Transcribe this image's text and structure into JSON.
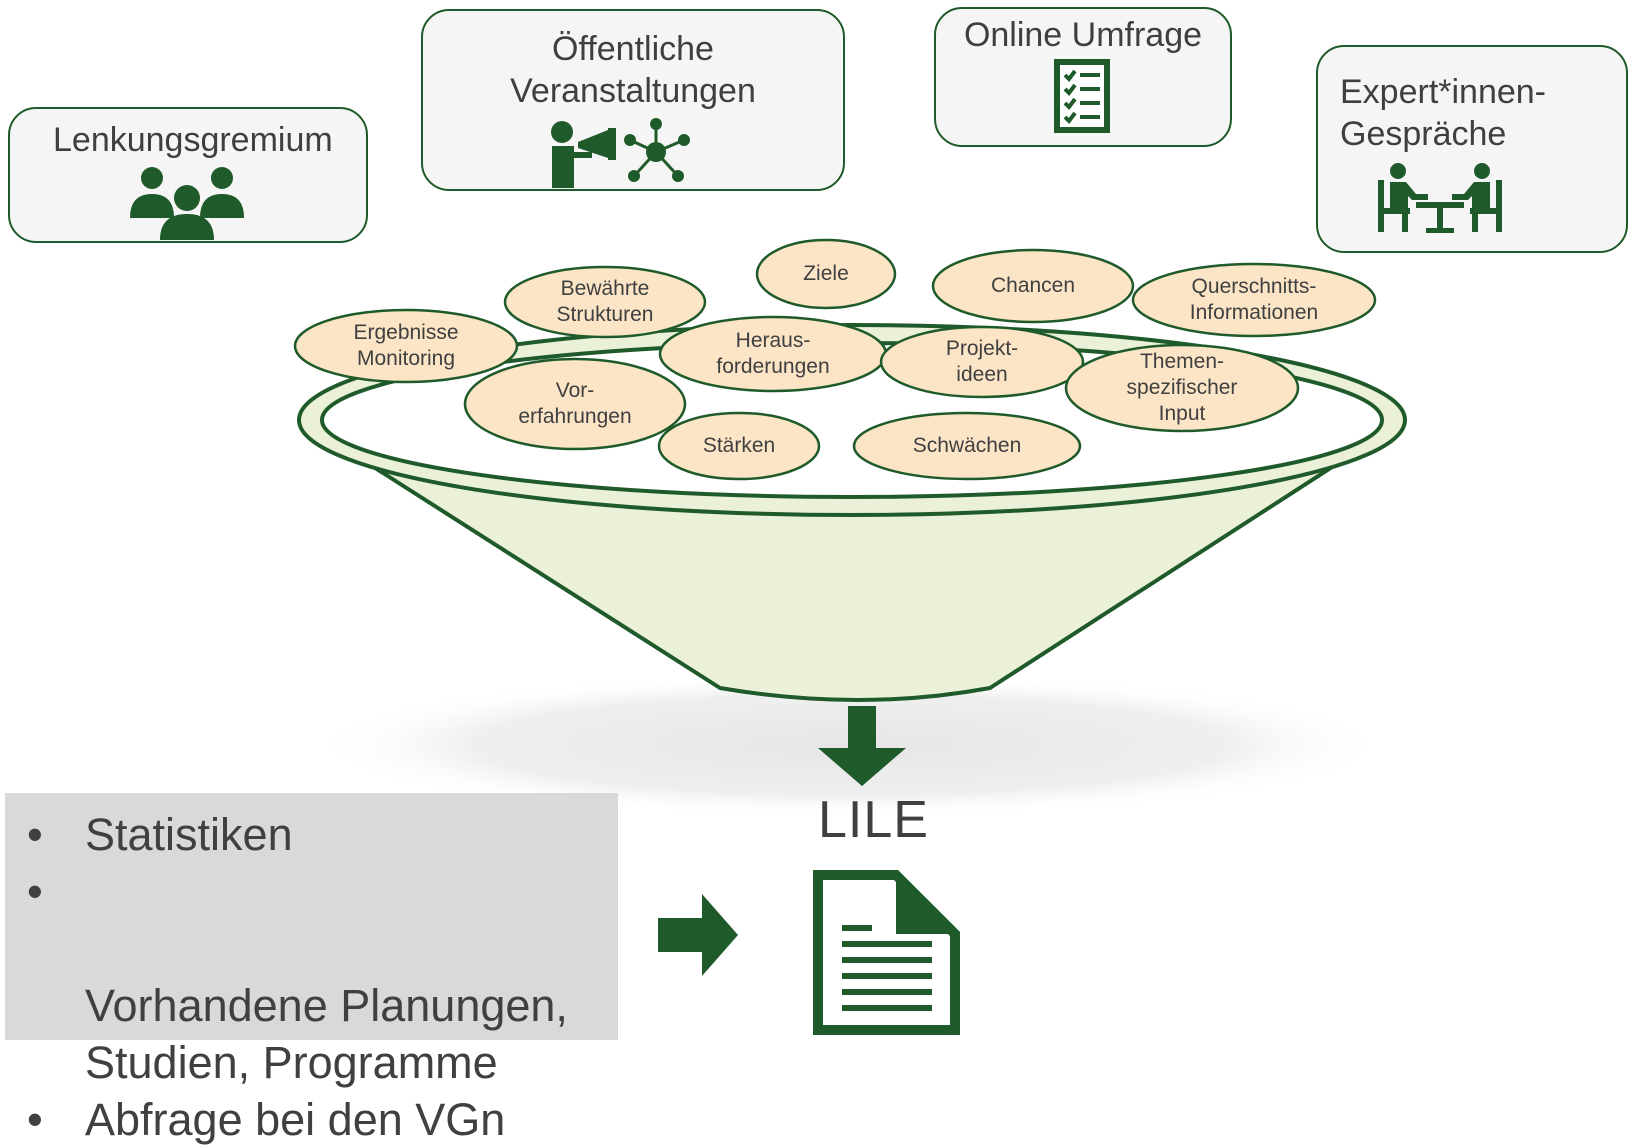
{
  "sources": [
    {
      "id": "lenkung",
      "title": "Lenkungsgremium",
      "icon": "group-people-icon"
    },
    {
      "id": "veranst",
      "title": "Öffentliche\nVeranstaltungen",
      "icon": "speaker-network-icon"
    },
    {
      "id": "umfrage",
      "title": "Online Umfrage",
      "icon": "checklist-icon"
    },
    {
      "id": "experten",
      "title": "Expert*innen-\nGespräche",
      "icon": "meeting-table-icon"
    }
  ],
  "inputs": [
    {
      "label": "Ziele"
    },
    {
      "label": "Bewährte\nStrukturen"
    },
    {
      "label": "Chancen"
    },
    {
      "label": "Querschnitts-\nInformationen"
    },
    {
      "label": "Ergebnisse\nMonitoring"
    },
    {
      "label": "Heraus-\nforderungen"
    },
    {
      "label": "Projekt-\nideen"
    },
    {
      "label": "Themen-\nspezifischer\nInput"
    },
    {
      "label": "Vor-\nerfahrungen"
    },
    {
      "label": "Stärken"
    },
    {
      "label": "Schwächen"
    }
  ],
  "output": {
    "label": "LILE",
    "icon": "document-icon"
  },
  "additional_sources": {
    "bullet": "•",
    "items": [
      "Statistiken",
      "Vorhandene Planungen,\nStudien, Programme",
      "Abfrage bei den VGn"
    ]
  },
  "colors": {
    "dark_green": "#1f5a2a",
    "funnel_fill": "#ebf0d8",
    "ellipse_fill": "#fbe5c6",
    "panel_gray": "#d9d9d9"
  }
}
